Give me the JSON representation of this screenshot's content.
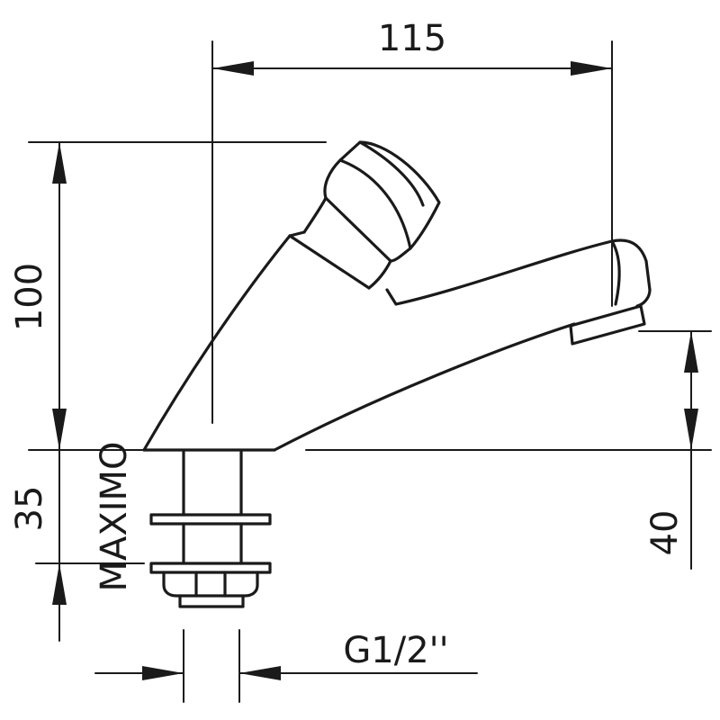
{
  "drawing": {
    "dimensions": {
      "width_top": "115",
      "height_body": "100",
      "height_shank": "35",
      "shank_note": "MAXIMO",
      "spout_height": "40",
      "thread": "G1/2''"
    },
    "colors": {
      "line": "#1a1a1a",
      "background": "#ffffff"
    }
  }
}
